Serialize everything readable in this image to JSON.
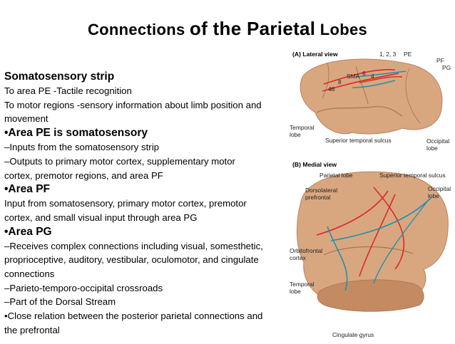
{
  "title": {
    "part1": "Connections ",
    "part2": "of the Parietal",
    "part3": " Lobes"
  },
  "lines": [
    {
      "text": "Somatosensory strip",
      "head": true
    },
    {
      "text": "To area PE -Tactile recognition",
      "head": false
    },
    {
      "text": "To motor regions -sensory information about limb position and",
      "head": false
    },
    {
      "text": "movement",
      "head": false
    },
    {
      "text": "•Area PE is somatosensory",
      "head": true
    },
    {
      "text": "–Inputs from the somatosensory strip",
      "head": false
    },
    {
      "text": "–Outputs to primary motor cortex, supplementary motor",
      "head": false
    },
    {
      "text": "cortex, premotor regions, and area PF",
      "head": false
    },
    {
      "text": "•Area PF",
      "head": true
    },
    {
      "text": "Input from somatosensory, primary motor cortex, premotor",
      "head": false
    },
    {
      "text": "cortex, and small visual input through area PG",
      "head": false
    },
    {
      "text": "•Area PG",
      "head": true
    },
    {
      "text": "–Receives complex connections including visual,    somesthetic,",
      "head": false
    },
    {
      "text": "proprioceptive, auditory, vestibular, oculomotor, and cingulate",
      "head": false
    },
    {
      "text": "connections",
      "head": false
    },
    {
      "text": "–Parieto-temporo-occipital crossroads",
      "head": false
    },
    {
      "text": "–Part of the Dorsal Stream",
      "head": false
    },
    {
      "text": "•Close relation between the posterior parietal connections and",
      "head": false
    },
    {
      "text": "the prefrontal",
      "head": false
    }
  ],
  "figure": {
    "lateral": {
      "heading": "(A) Lateral view",
      "labels": {
        "l123": "1, 2, 3",
        "pe": "PE",
        "pf": "PF",
        "pg": "PG",
        "sma": "SMA",
        "six": "6",
        "four": "4",
        "eight": "8",
        "fortysix": "46",
        "temporal1": "Temporal",
        "temporal2": "lobe",
        "sts": "Superior temporal sulcus",
        "occ1": "Occipital",
        "occ2": "lobe"
      }
    },
    "medial": {
      "heading": "(B) Medial view",
      "labels": {
        "parietal": "Parietal lobe",
        "sts": "Superior temporal sulcus",
        "dl1": "Dorsolateral",
        "dl2": "prefrontal",
        "occ1": "Occipital",
        "occ2": "lobe",
        "of1": "Orbitofrontal",
        "of2": "cortex",
        "temporal1": "Temporal",
        "temporal2": "lobe",
        "cingulate": "Cingulate gyrus"
      }
    },
    "colors": {
      "brain": "#d9a77f",
      "brain_dark": "#c48a62",
      "red": "#d92a2a",
      "blue": "#1f8fb0"
    }
  }
}
